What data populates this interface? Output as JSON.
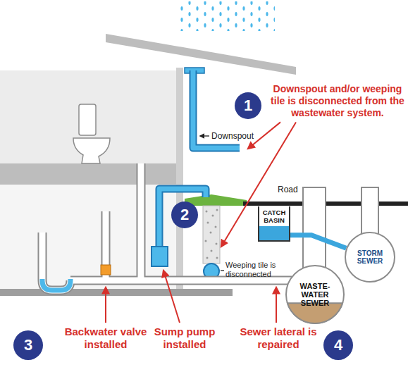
{
  "diagram": {
    "nodes": [
      {
        "text": [
          "1"
        ]
      },
      {
        "text": [
          "2"
        ]
      },
      {
        "text": [
          "CATCH BASIN"
        ]
      },
      {
        "text": [
          "STORM SEWER"
        ]
      },
      {
        "text": [
          "WASTE- WATER SEWER"
        ]
      },
      {
        "text": [
          "3"
        ]
      },
      {
        "text": [
          "4"
        ]
      }
    ],
    "edges": [
      {
        "from": 2,
        "to": 3,
        "arrow": "none"
      }
    ],
    "labels": [
      "Downspout and/or weeping tile is disconnected from the wastewater system.",
      "Downspout",
      "Road",
      "Weeping tile is disconnected",
      "Backwater valve installed",
      "Sump pump installed",
      "Sewer lateral is repaired"
    ]
  }
}
